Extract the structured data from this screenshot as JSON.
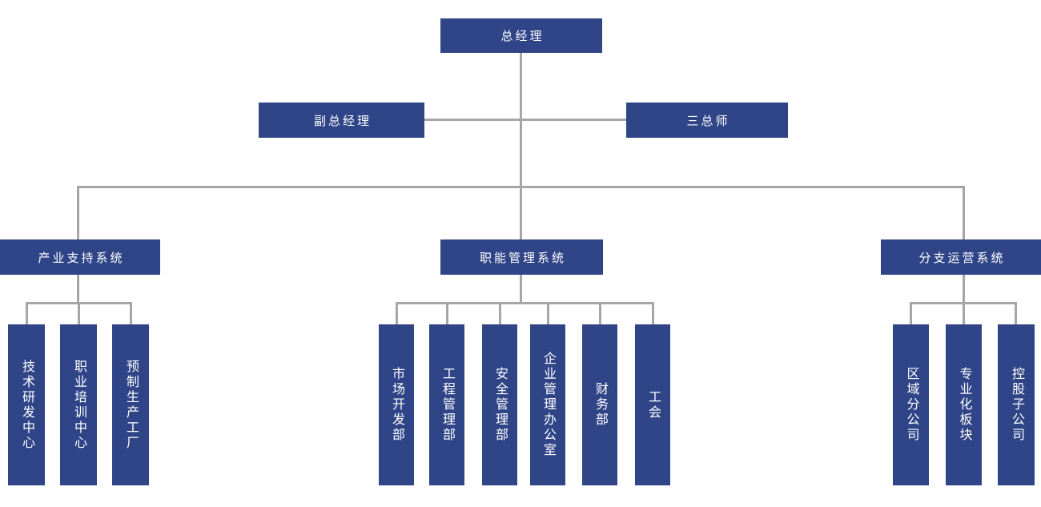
{
  "org_chart": {
    "type": "organization-chart",
    "colors": {
      "node_fill": "#2f4588",
      "node_text": "#ffffff",
      "connector": "#a6a6a6",
      "background": "#ffffff"
    },
    "root": {
      "label": "总经理"
    },
    "level2": [
      {
        "id": "deputy-general-manager",
        "label": "副总经理"
      },
      {
        "id": "three-chief-engineers",
        "label": "三总师"
      }
    ],
    "systems": [
      {
        "id": "industry-support-system",
        "label": "产业支持系统",
        "departments": [
          "技术研发中心",
          "职业培训中心",
          "预制生产工厂"
        ]
      },
      {
        "id": "functional-management-system",
        "label": "职能管理系统",
        "departments": [
          "市场开发部",
          "工程管理部",
          "安全管理部",
          "企业管理办公室",
          "财务部",
          "工会"
        ]
      },
      {
        "id": "branch-operations-system",
        "label": "分支运营系统",
        "departments": [
          "区域分公司",
          "专业化板块",
          "控股子公司"
        ]
      }
    ]
  }
}
